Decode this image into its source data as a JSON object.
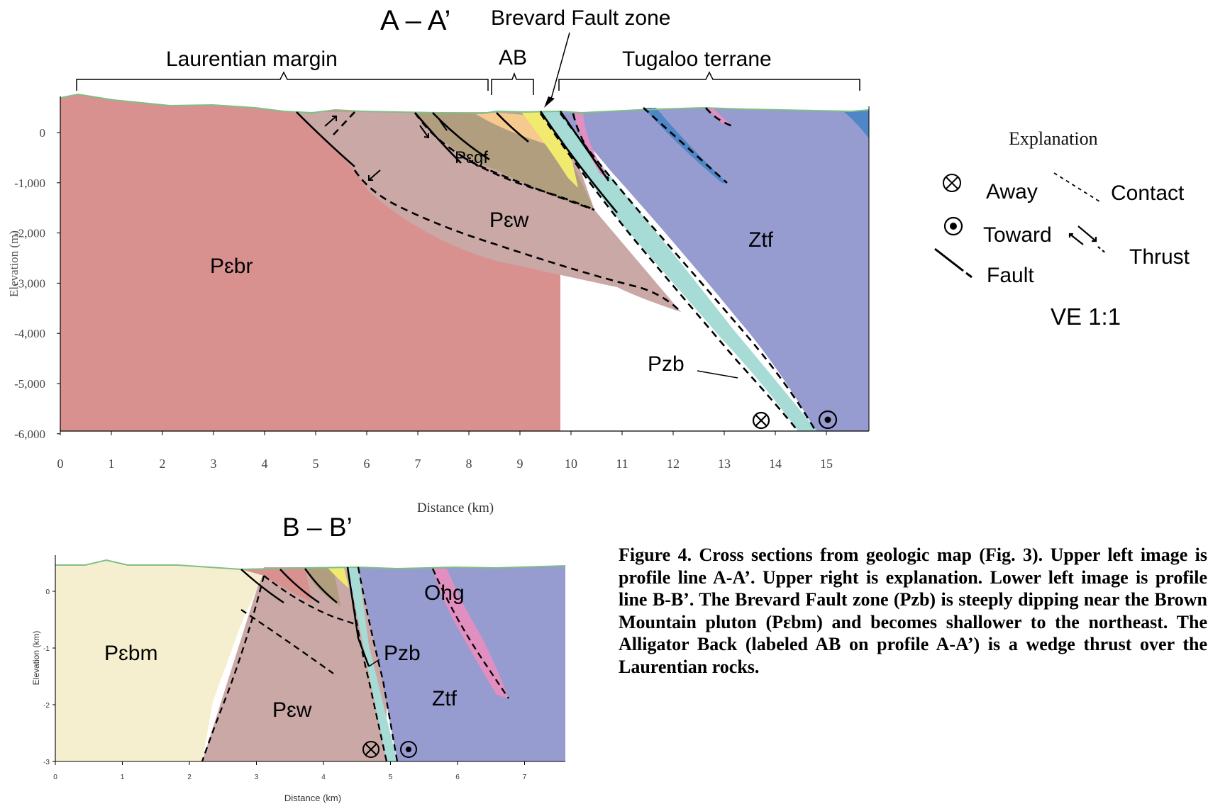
{
  "section_a": {
    "title": "A – A’",
    "brevard_label": "Brevard Fault zone",
    "brackets": {
      "laurentian": "Laurentian margin",
      "ab": "AB",
      "tugaloo": "Tugaloo terrane"
    },
    "units": {
      "pebr": "Pɛbr",
      "pew": "Pɛw",
      "pegf": "Pɛgf",
      "ztf": "Ztf",
      "pzb": "Pzb"
    },
    "ylabel": "Elevation (m)",
    "xlabel": "Distance (km)",
    "yticks": [
      "0",
      "-1,000",
      "-2,000",
      "-3,000",
      "-4,000",
      "-5,000",
      "-6,000"
    ],
    "xticks": [
      "0",
      "1",
      "2",
      "3",
      "4",
      "5",
      "6",
      "7",
      "8",
      "9",
      "10",
      "11",
      "12",
      "13",
      "14",
      "15"
    ]
  },
  "legend": {
    "title": "Explanation",
    "away": "Away",
    "toward": "Toward",
    "fault": "Fault",
    "contact": "Contact",
    "thrust": "Thrust",
    "ve": "VE 1:1"
  },
  "section_b": {
    "title": "B – B’",
    "units": {
      "pebm": "Pɛbm",
      "pew": "Pɛw",
      "pzb": "Pzb",
      "ztf": "Ztf",
      "ohg": "Ohg"
    },
    "ylabel": "Elevation (km)",
    "xlabel": "Distance (km)",
    "yticks": [
      "0",
      "-1",
      "-2",
      "-3"
    ],
    "xticks": [
      "0",
      "1",
      "2",
      "3",
      "4",
      "5",
      "6",
      "7"
    ]
  },
  "caption": "Figure 4. Cross sections from geologic map (Fig. 3). Upper left image is profile line A-A’. Upper right is explanation. Lower left image is profile line B-B’. The Brevard Fault zone (Pzb) is steeply dipping near the Brown Mountain pluton (Pɛbm) and becomes shallower to the northeast. The Alligator Back (labeled AB on profile A-A’) is a wedge thrust over the Laurentian rocks.",
  "colors": {
    "pebr": "#d99190",
    "pew": "#c9a8a6",
    "pegf": "#b09e7f",
    "ztf": "#969bd0",
    "pzb": "#a6dcd5",
    "yellow": "#f1ea6f",
    "orange": "#f6c98e",
    "pink": "#e18fc0",
    "blue": "#4f86c6",
    "pebm": "#f5efd0",
    "topo": "#7fbf88"
  }
}
